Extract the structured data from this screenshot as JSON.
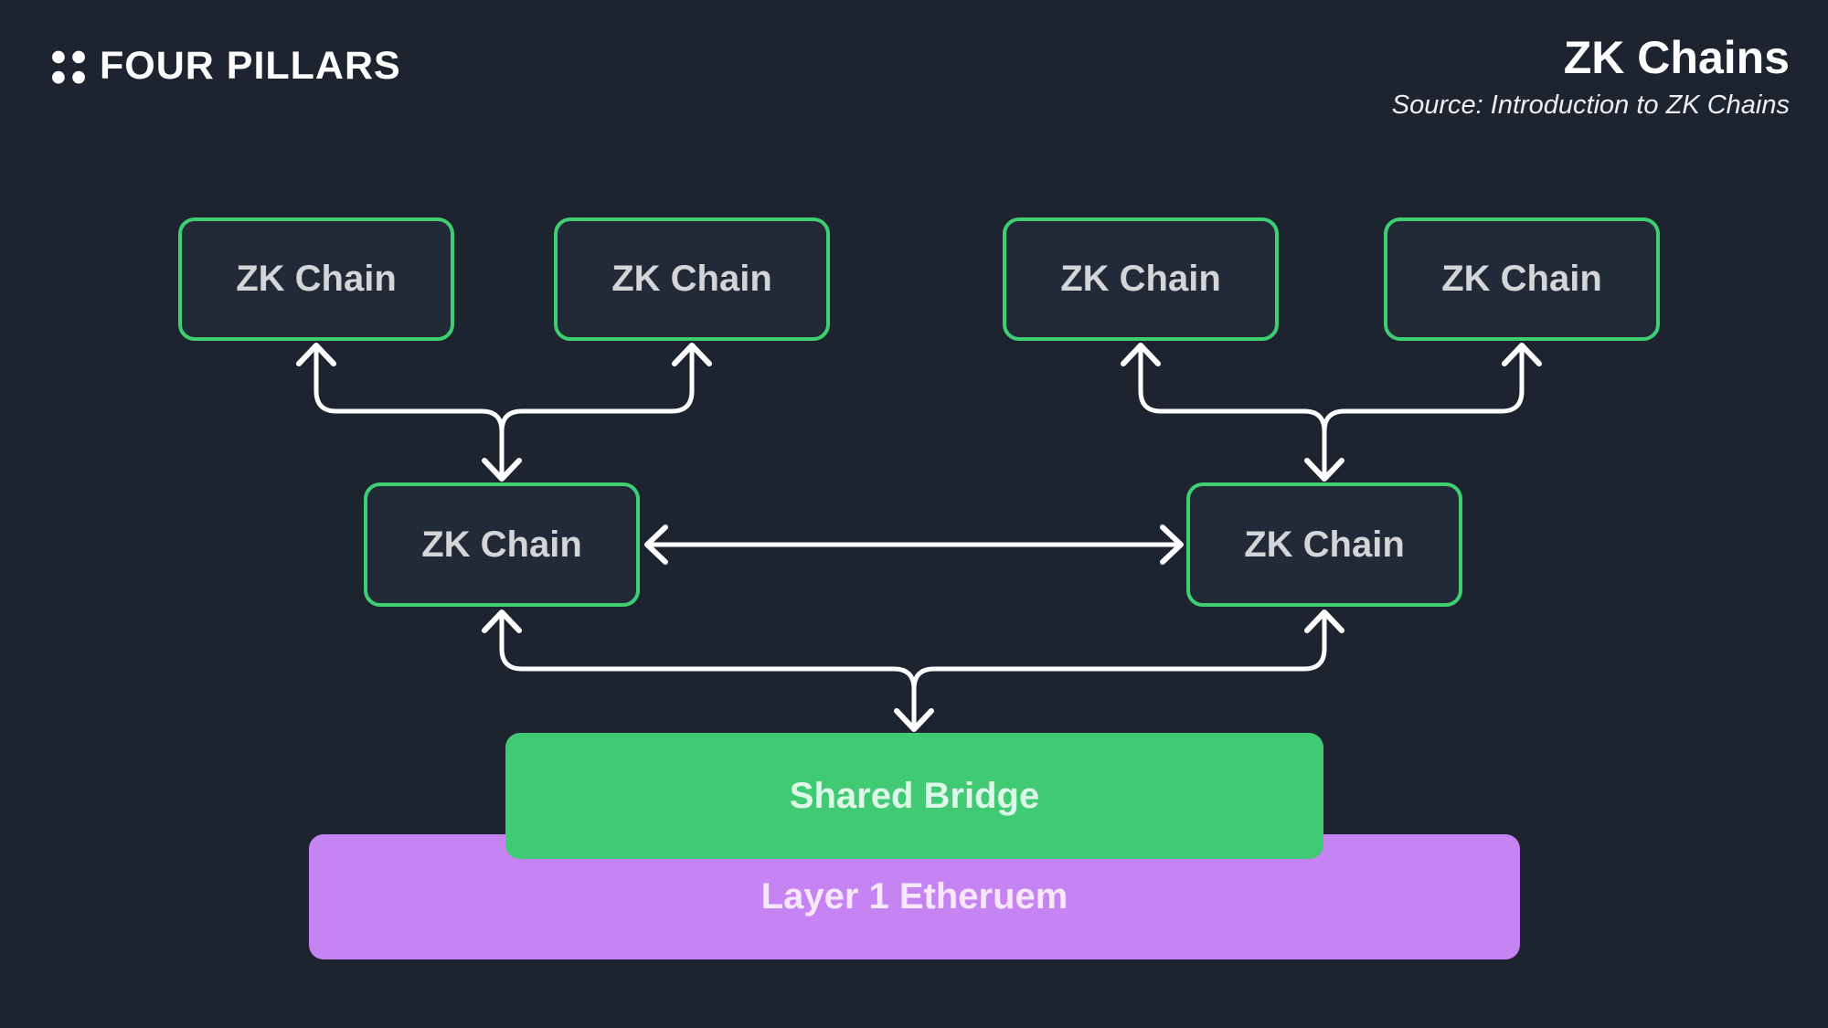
{
  "header": {
    "logo": {
      "text": "FOUR PILLARS",
      "icon": "four-dots-icon"
    },
    "title": "ZK Chains",
    "source": "Source: Introduction to ZK Chains"
  },
  "diagram": {
    "top_row": [
      {
        "id": "top-1",
        "label": "ZK Chain"
      },
      {
        "id": "top-2",
        "label": "ZK Chain"
      },
      {
        "id": "top-3",
        "label": "ZK Chain"
      },
      {
        "id": "top-4",
        "label": "ZK Chain"
      }
    ],
    "middle_row": [
      {
        "id": "mid-left",
        "label": "ZK Chain"
      },
      {
        "id": "mid-right",
        "label": "ZK Chain"
      }
    ],
    "bridge": {
      "label": "Shared Bridge",
      "color": "#41ca74"
    },
    "layer1": {
      "label": "Layer 1 Etheruem",
      "color": "#c684f2"
    },
    "connections": [
      {
        "type": "branch",
        "between": [
          "mid-left"
        ],
        "ends": [
          "top-1",
          "top-2"
        ],
        "arrowheads": "all-ends"
      },
      {
        "type": "branch",
        "between": [
          "mid-right"
        ],
        "ends": [
          "top-3",
          "top-4"
        ],
        "arrowheads": "all-ends"
      },
      {
        "type": "bidirectional",
        "between": [
          "mid-left",
          "mid-right"
        ]
      },
      {
        "type": "branch",
        "between": [
          "shared-bridge"
        ],
        "ends": [
          "mid-left",
          "mid-right"
        ],
        "arrowheads": "all-ends"
      }
    ],
    "colors": {
      "background": "#1d2430",
      "node_fill": "#222a38",
      "node_border": "#3ecf72",
      "node_text": "#d3d5d8",
      "arrow": "#ffffff"
    }
  }
}
